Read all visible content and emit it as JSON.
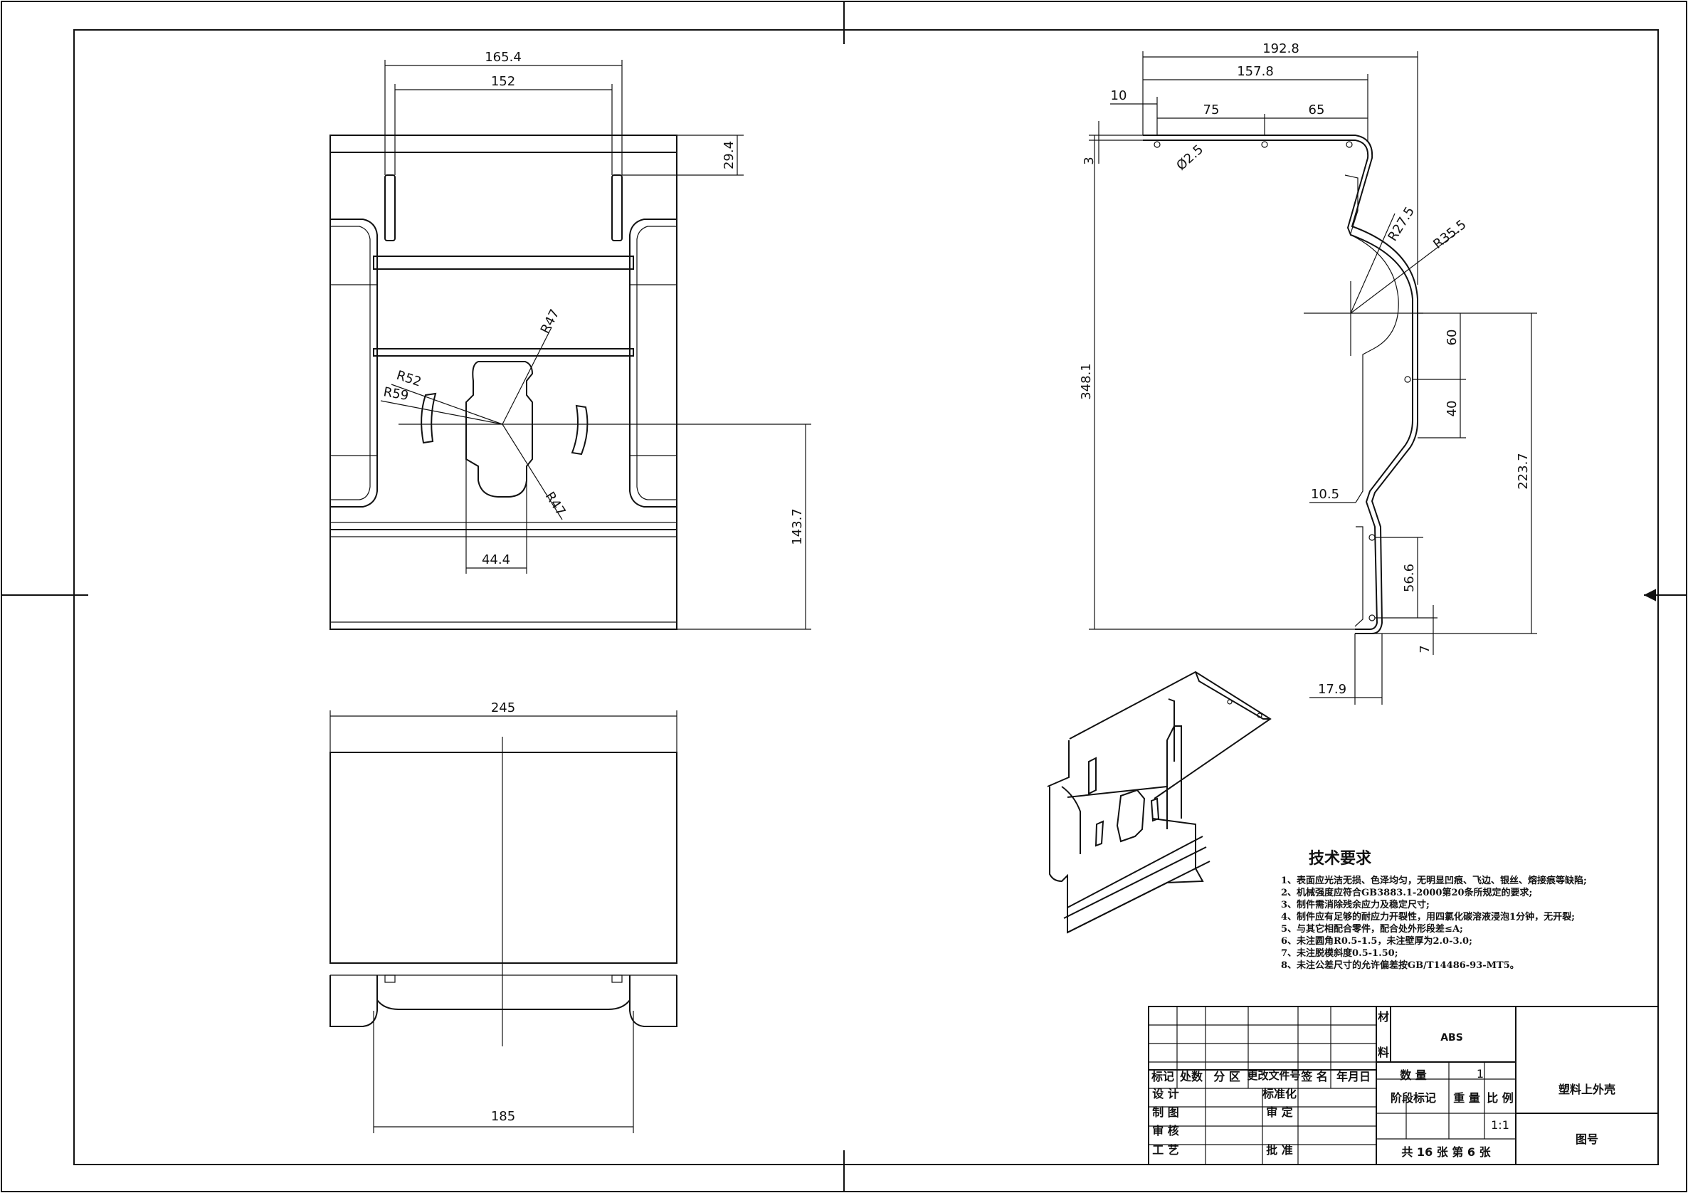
{
  "top_view": {
    "dims": [
      "165.4",
      "152",
      "29.4",
      "143.7",
      "44.4",
      "R47",
      "R52",
      "R59",
      "R47"
    ]
  },
  "bottom_view": {
    "dims": [
      "245",
      "185"
    ]
  },
  "side_view": {
    "dims": [
      "192.8",
      "157.8",
      "10",
      "75",
      "65",
      "3",
      "Ø2.5",
      "R27.5",
      "R35.5",
      "348.1",
      "60",
      "40",
      "223.7",
      "10.5",
      "56.6",
      "7",
      "17.9"
    ]
  },
  "tech_req": {
    "title": "技术要求",
    "items": [
      "1、表面应光洁无损、色泽均匀，无明显凹痕、飞边、银丝、熔接痕等缺陷;",
      "2、机械强度应符合GB3883.1-2000第20条所规定的要求;",
      "3、制件需消除残余应力及稳定尺寸;",
      "4、制件应有足够的耐应力开裂性，用四氯化碳溶液浸泡1分钟，无开裂;",
      "5、与其它相配合零件，配合处外形段差≤A;",
      "6、未注圆角R0.5-1.5，未注壁厚为2.0-3.0;",
      "7、未注脱模斜度0.5-1.50;",
      "8、未注公差尺寸的允许偏差按GB/T14486-93-MT5。"
    ]
  },
  "title_block": {
    "material_label_1": "材",
    "material_label_2": "料",
    "material": "ABS",
    "part_name": "塑料上外壳",
    "row_labels": [
      "标记",
      "处数",
      "分 区",
      "更改文件号",
      "签 名",
      "年月日"
    ],
    "design": "设 计",
    "standard": "标准化",
    "drawing": "制 图",
    "review": "审 定",
    "check": "审 核",
    "process": "工 艺",
    "approve": "批 准",
    "qty_label": "数    量",
    "qty": "1",
    "stage_label": "阶段标记",
    "weight_label": "重 量",
    "scale_label": "比 例",
    "scale": "1:1",
    "sheets": "共 16 张 第   6   张",
    "drawing_no_label": "图号"
  }
}
